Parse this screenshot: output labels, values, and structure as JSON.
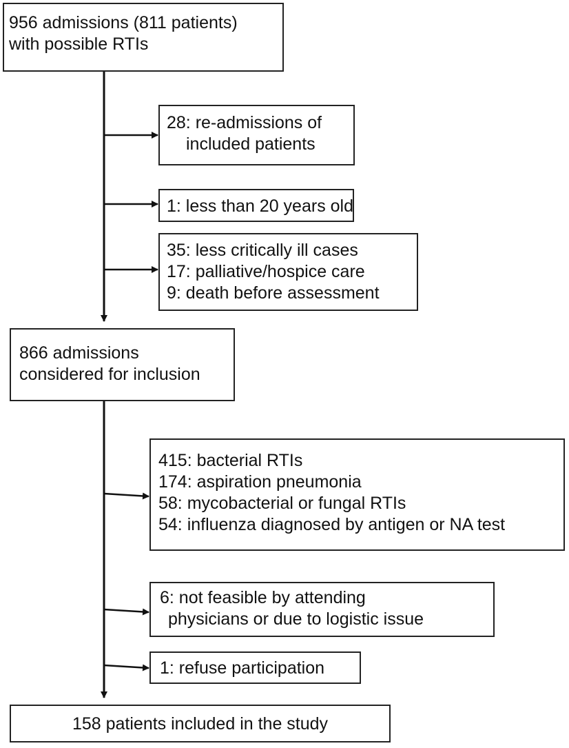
{
  "start": {
    "lines": [
      "956 admissions (811 patients)",
      "with possible RTIs"
    ]
  },
  "excluded_before_inclusion": [
    {
      "lines": [
        "28: re-admissions of",
        "included patients"
      ]
    },
    {
      "lines": [
        "1: less than 20 years old"
      ]
    },
    {
      "lines": [
        "35: less critically ill cases",
        "17: palliative/hospice care",
        "9: death before assessment"
      ]
    }
  ],
  "considered": {
    "lines": [
      "866 admissions",
      "considered for inclusion"
    ]
  },
  "excluded_after_consideration": [
    {
      "lines": [
        "415: bacterial RTIs",
        "174: aspiration pneumonia",
        "58: mycobacterial or fungal RTIs",
        "54: influenza diagnosed by antigen or NA test"
      ]
    },
    {
      "lines": [
        "6: not feasible by attending",
        "physicians or due to logistic issue"
      ]
    },
    {
      "lines": [
        "1: refuse participation"
      ]
    }
  ],
  "included": {
    "text": "158 patients included in the study"
  },
  "colors": {
    "line": "#111111",
    "border": "#222222",
    "background": "#ffffff"
  }
}
